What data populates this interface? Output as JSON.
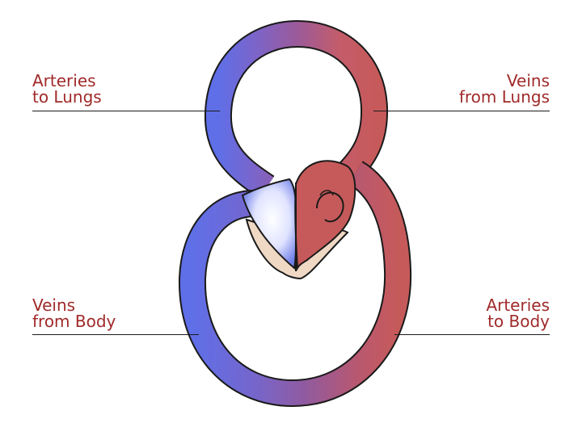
{
  "labels": {
    "arteries_to_lungs": [
      "Arteries",
      "to Lungs"
    ],
    "veins_from_lungs": [
      "Veins",
      "from Lungs"
    ],
    "veins_from_body": [
      "Veins",
      "from Body"
    ],
    "arteries_to_body": [
      "Arteries",
      "to Body"
    ]
  },
  "colors": {
    "label_text": "#a02a2a",
    "deoxygenated": "#5f6fe8",
    "oxygenated": "#c65a5a",
    "mixed": "#8e5a9c",
    "outline": "#1a1a1a",
    "valve": "#efd8c4"
  }
}
